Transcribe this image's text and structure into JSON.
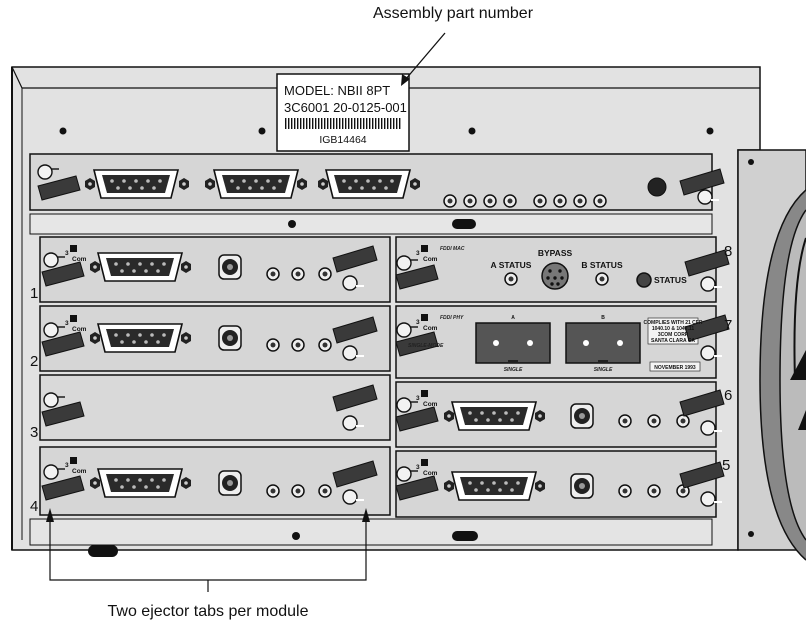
{
  "callouts": {
    "top": "Assembly part number",
    "bottom": "Two ejector tabs per module"
  },
  "label_plate": {
    "line1": "MODEL: NBII 8PT",
    "line2": "3C6001 20-0125-001",
    "line3": "IGB14464"
  },
  "slot_numbers": {
    "left": [
      "1",
      "2",
      "3",
      "4"
    ],
    "right": [
      "8",
      "7",
      "6",
      "5"
    ]
  },
  "brand": "Com",
  "fddi_mac": {
    "title": "FDDI MAC",
    "a_status": "A STATUS",
    "bypass": "BYPASS",
    "b_status": "B STATUS",
    "status": "STATUS"
  },
  "fddi_phy": {
    "title": "FDDI PHY",
    "mode": "SINGLE-MODE",
    "port_a": "A",
    "port_b": "B",
    "single_a": "SINGLE",
    "single_b": "SINGLE",
    "compliance_lines": [
      "COMPLIES WITH 21 CFR",
      "1040.10 & 1040.11",
      "3COM CORP",
      "SANTA CLARA CA"
    ],
    "date": "NOVEMBER 1993"
  },
  "colors": {
    "chassis": "#d9d9d9",
    "panel": "#cfcfcf",
    "dark_panel": "#8a8a8a",
    "ink": "#111111"
  }
}
